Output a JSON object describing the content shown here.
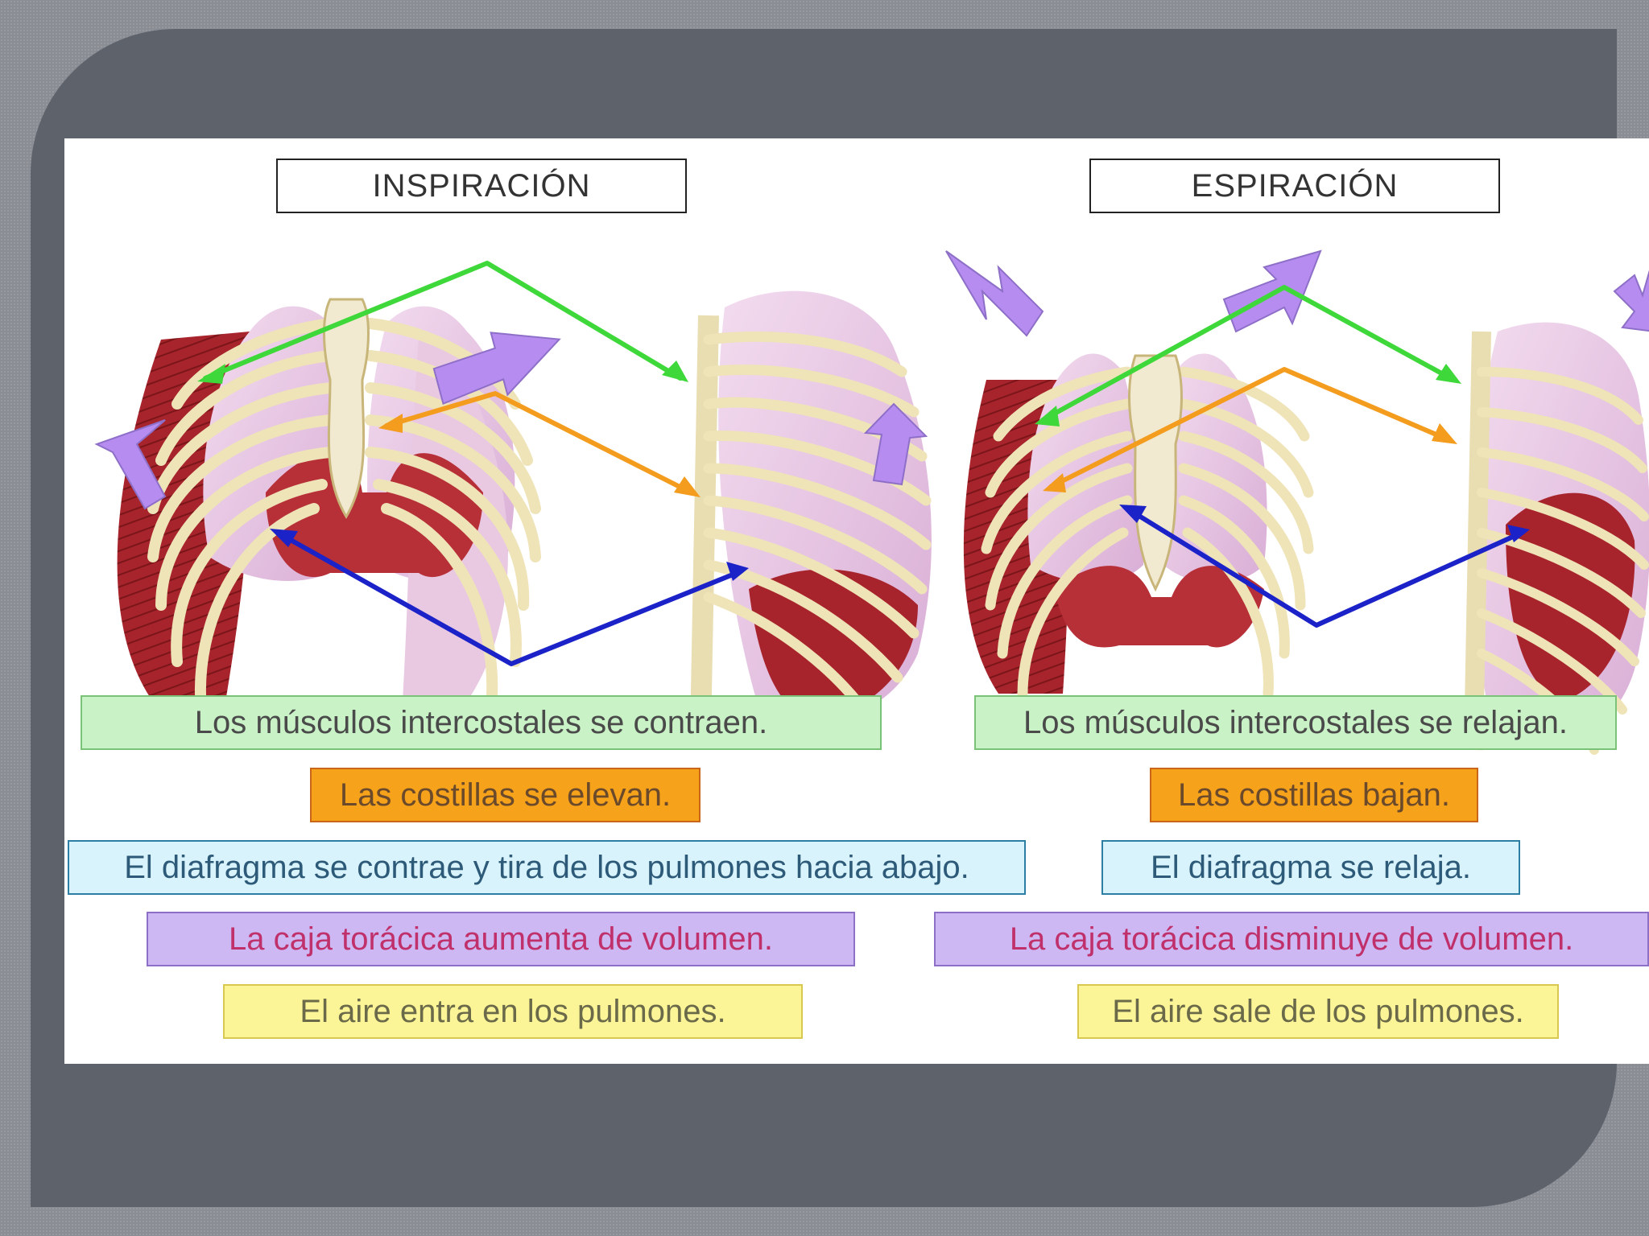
{
  "inspiracion": {
    "title": "INSPIRACIÓN",
    "intercostales": "Los músculos intercostales se contraen.",
    "costillas": "Las costillas se elevan.",
    "diafragma": "El diafragma se contrae y tira de los pulmones hacia abajo.",
    "caja": "La caja torácica aumenta de volumen.",
    "aire": "El aire entra en los pulmones."
  },
  "espiracion": {
    "title": "ESPIRACIÓN",
    "intercostales": "Los músculos intercostales se relajan.",
    "costillas": "Las costillas bajan.",
    "diafragma": "El diafragma se relaja.",
    "caja": "La caja torácica disminuye de volumen.",
    "aire": "El aire sale de los pulmones."
  },
  "colors": {
    "intercostales_arrow": "#3fd83a",
    "costillas_arrow": "#f39c1e",
    "diafragma_arrow": "#1b22c8",
    "movement_arrow": "#b68cf0"
  }
}
